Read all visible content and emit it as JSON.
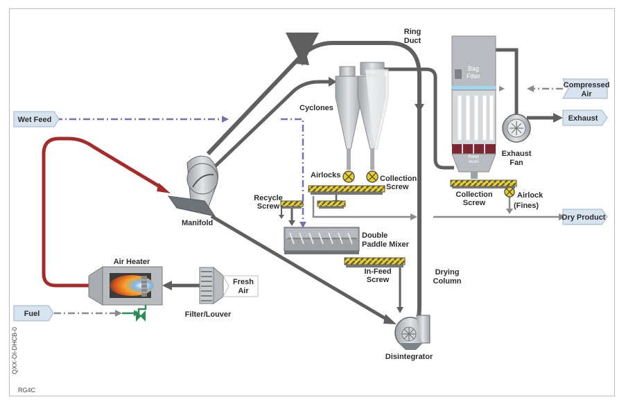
{
  "labels": {
    "ring_duct": [
      "Ring",
      "Duct"
    ],
    "bag_filter": [
      "Bag",
      "Filter"
    ],
    "compressed_air": [
      "Compressed",
      "Air"
    ],
    "exhaust": "Exhaust",
    "exhaust_fan": [
      "Exhaust",
      "Fan"
    ],
    "cyclones": "Cyclones",
    "wet_feed": "Wet Feed",
    "airlocks": "Airlocks",
    "collection_screw_1": [
      "Collection",
      "Screw"
    ],
    "relief_vents": [
      "Relief",
      "Vents"
    ],
    "collection_screw_2": [
      "Collection",
      "Screw"
    ],
    "airlock_fines": [
      "Airlock",
      "(Fines)"
    ],
    "recycle_screw": [
      "Recycle",
      "Screw"
    ],
    "dry_product": "Dry Product",
    "manifold": "Manifold",
    "double_paddle_mixer": [
      "Double",
      "Paddle Mixer"
    ],
    "air_heater": "Air Heater",
    "fresh_air": [
      "Fresh",
      "Air"
    ],
    "in_feed_screw": [
      "In-Feed",
      "Screw"
    ],
    "drying_column": [
      "Drying",
      "Column"
    ],
    "fuel": "Fuel",
    "filter_louver": "Filter/Louver",
    "disintegrator": "Disintegrator",
    "side_code": "QXX-OI-DHCB-0",
    "corner_code": "RG4C"
  },
  "colors": {
    "gas_path": "#5f5f5f",
    "hot_air": "#a52a2a",
    "wet_feed_line": "#7b6bb0",
    "air_line": "#8a8a8a",
    "fuel_link": "#2e8b57",
    "equipment": "#b8bcc1",
    "screw_yellow": "#e9d21f"
  }
}
